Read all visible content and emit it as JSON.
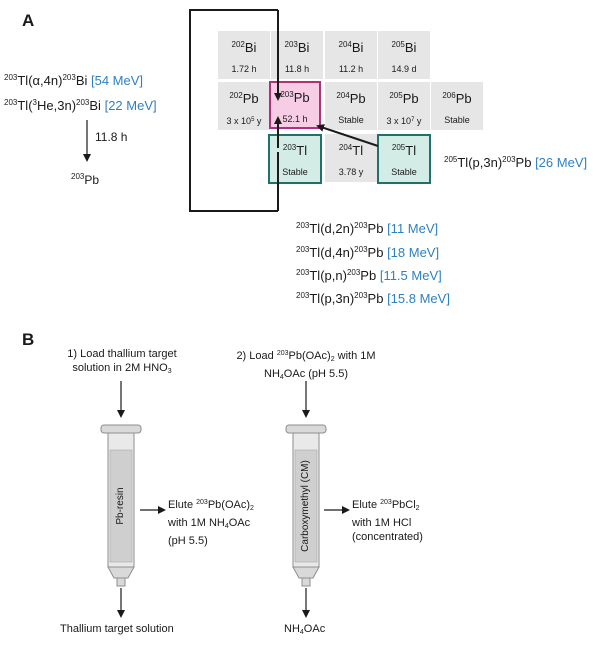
{
  "panel_a": {
    "letter": "A",
    "cells": [
      {
        "mass": "202",
        "element": "Bi",
        "halflife": "1.72 h"
      },
      {
        "mass": "203",
        "element": "Bi",
        "halflife": "11.8 h"
      },
      {
        "mass": "204",
        "element": "Bi",
        "halflife": "11.2 h"
      },
      {
        "mass": "205",
        "element": "Bi",
        "halflife": "14.9 d"
      },
      {
        "mass": "202",
        "element": "Pb",
        "halflife_base": "3 x 10",
        "halflife_exp": "5",
        "halflife_unit": " y"
      },
      {
        "mass": "203",
        "element": "Pb",
        "halflife": "52.1 h"
      },
      {
        "mass": "204",
        "element": "Pb",
        "halflife": "Stable"
      },
      {
        "mass": "205",
        "element": "Pb",
        "halflife_base": "3 x 10",
        "halflife_exp": "7",
        "halflife_unit": " y"
      },
      {
        "mass": "206",
        "element": "Pb",
        "halflife": "Stable"
      },
      {
        "mass": "203",
        "element": "Tl",
        "halflife": "Stable"
      },
      {
        "mass": "204",
        "element": "Tl",
        "halflife": "3.78 y"
      },
      {
        "mass": "205",
        "element": "Tl",
        "halflife": "Stable"
      }
    ],
    "left_reactions": [
      {
        "target_mass": "203",
        "target": "Tl",
        "reaction": "(α,4n)",
        "product_mass": "203",
        "product": "Bi",
        "energy": "[54 MeV]"
      },
      {
        "target_mass": "203",
        "target": "Tl",
        "reaction_pre": "(",
        "reaction_sup": "3",
        "reaction_post": "He,3n)",
        "product_mass": "203",
        "product": "Bi",
        "energy": "[22 MeV]"
      }
    ],
    "decay": {
      "time": "11.8 h",
      "product_mass": "203",
      "product": "Pb"
    },
    "right_reaction": {
      "target_mass": "205",
      "target": "Tl",
      "reaction": "(p,3n)",
      "product_mass": "203",
      "product": "Pb",
      "energy": "[26 MeV]"
    },
    "bottom_reactions": [
      {
        "target_mass": "203",
        "target": "Tl",
        "reaction": "(d,2n)",
        "product_mass": "203",
        "product": "Pb",
        "energy": "[11 MeV]"
      },
      {
        "target_mass": "203",
        "target": "Tl",
        "reaction": "(d,4n)",
        "product_mass": "203",
        "product": "Pb",
        "energy": "[18 MeV]"
      },
      {
        "target_mass": "203",
        "target": "Tl",
        "reaction": "(p,n)",
        "product_mass": "203",
        "product": "Pb",
        "energy": "[11.5 MeV]"
      },
      {
        "target_mass": "203",
        "target": "Tl",
        "reaction": "(p,3n)",
        "product_mass": "203",
        "product": "Pb",
        "energy": "[15.8 MeV]"
      }
    ]
  },
  "panel_b": {
    "letter": "B",
    "step1": {
      "line1": "1) Load thallium target",
      "line2_pre": "solution in 2M HNO",
      "line2_sub": "3"
    },
    "step2": {
      "line1_pre": "2) Load ",
      "line1_sup": "203",
      "line1_mid": "Pb(OAc)",
      "line1_sub": "2",
      "line1_post": " with 1M",
      "line2_pre": "NH",
      "line2_sub": "4",
      "line2_post": "OAc (pH 5.5)"
    },
    "column1_label": "Pb-resin",
    "column2_label": "Carboxymethyl (CM)",
    "elute1": {
      "l1_pre": "Elute ",
      "l1_sup": "203",
      "l1_mid": "Pb(OAc)",
      "l1_sub": "2",
      "l2_pre": "with 1M NH",
      "l2_sub": "4",
      "l2_post": "OAc",
      "l3": "(pH 5.5)"
    },
    "elute2": {
      "l1_pre": "Elute ",
      "l1_sup": "203",
      "l1_mid": "PbCl",
      "l1_sub": "2",
      "l2": "with 1M HCl",
      "l3": "(concentrated)"
    },
    "waste1": "Thallium target solution",
    "waste2_pre": "NH",
    "waste2_sub": "4",
    "waste2_post": "OAc"
  },
  "colors": {
    "energy": "#2f80c1",
    "highlight_pink": "#f6cde4",
    "highlight_teal": "#d3ece6",
    "cell_gray": "#e6e6e6"
  }
}
